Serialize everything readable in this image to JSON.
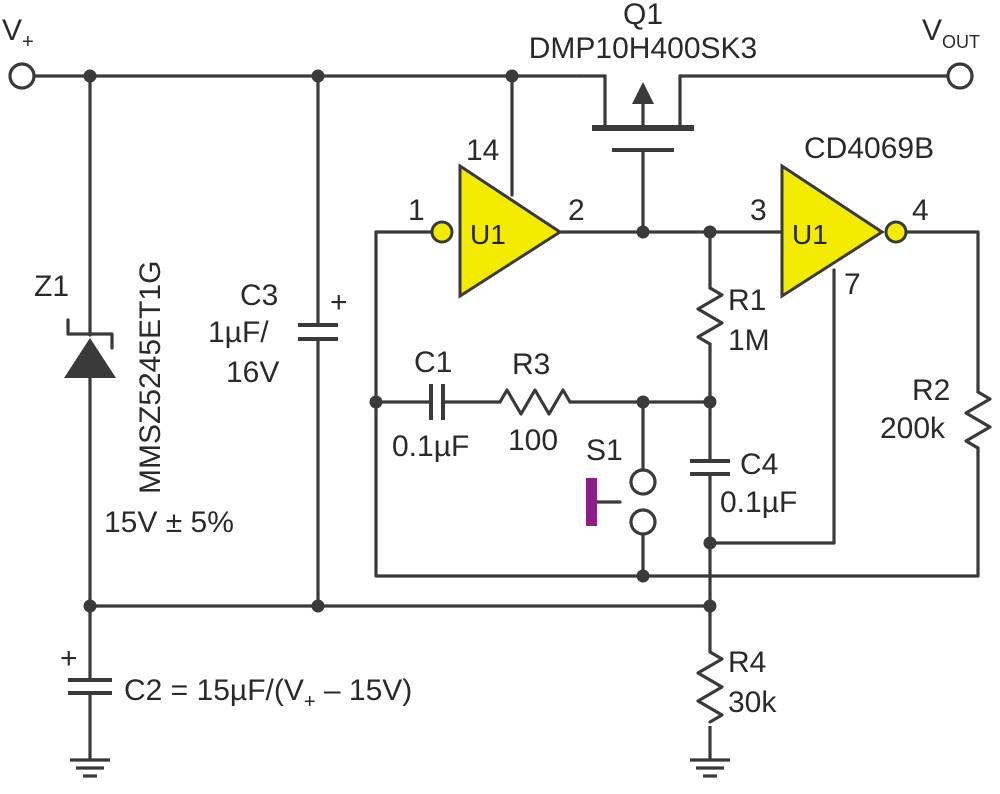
{
  "labels": {
    "vplus": "V",
    "vplus_sub": "+",
    "vout": "V",
    "vout_sub": "OUT",
    "q1_ref": "Q1",
    "q1_part": "DMP10H400SK3",
    "u1_part": "CD4069B",
    "pin14": "14",
    "pin1": "1",
    "pin2": "2",
    "pin3": "3",
    "pin4": "4",
    "pin7": "7",
    "u1a": "U1",
    "u1b": "U1",
    "z1_ref": "Z1",
    "z1_part": "MMSZ5245ET1G",
    "z1_value": "15V ± 5%",
    "c3_ref": "C3",
    "c3_val1": "1µF/",
    "c3_val2": "16V",
    "c3_plus": "+",
    "c1_ref": "C1",
    "c1_val": "0.1µF",
    "r3_ref": "R3",
    "r3_val": "100",
    "r1_ref": "R1",
    "r1_val": "1M",
    "s1_ref": "S1",
    "c4_ref": "C4",
    "c4_val": "0.1µF",
    "r2_ref": "R2",
    "r2_val": "200k",
    "r4_ref": "R4",
    "r4_val": "30k",
    "c2_plus": "+",
    "c2_label_a": "C2 = 15µF/(V",
    "c2_label_sub": "+",
    "c2_label_b": " – 15V)"
  },
  "colors": {
    "wire": "#3a3a3a",
    "gate_fill": "#f4ec00",
    "switch_button": "#8b1e8b",
    "text": "#2a2a2a"
  }
}
